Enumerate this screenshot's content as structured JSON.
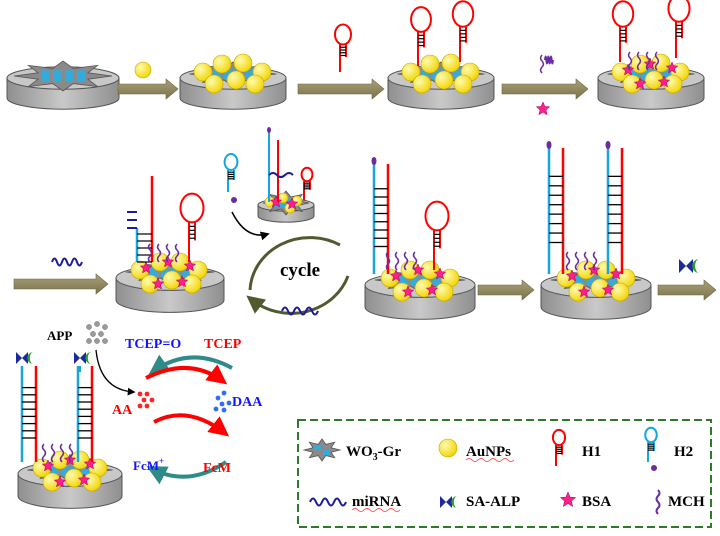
{
  "cycle_label": "cycle",
  "reaction": {
    "app": "APP",
    "tcep_o": "TCEP=O",
    "tcep": "TCEP",
    "aa": "AA",
    "daa": "DAA",
    "fcm_plus": "FcM",
    "fcm_plus_sup": "+",
    "fcm": "FcM"
  },
  "legend": {
    "wo3_main": "WO",
    "wo3_sub": "3",
    "wo3_tail": "-Gr",
    "aunps": "AuNPs",
    "h1": "H1",
    "h2": "H2",
    "mirna": "miRNA",
    "sa_alp": "SA-ALP",
    "bsa": "BSA",
    "mch": "MCH"
  },
  "colors": {
    "arrow": "#8b8456",
    "cycle_arrow": "#4f5b2e",
    "h1": "#ff0000",
    "h2": "#16a6df",
    "stem": "#000000",
    "aunp": "#ffee00",
    "wo3": "#35aadc",
    "bsa": "#ff1f8b",
    "mch": "#6a2ca0",
    "mirna": "#1c1a9b",
    "sa_alp": "#1c2a9e",
    "sa_alp_green": "#28a028",
    "legend_border": "#2f7a2a",
    "blue_text": "#1414ff",
    "red_text": "#ff0000",
    "teal_arrow": "#2e8b88"
  }
}
